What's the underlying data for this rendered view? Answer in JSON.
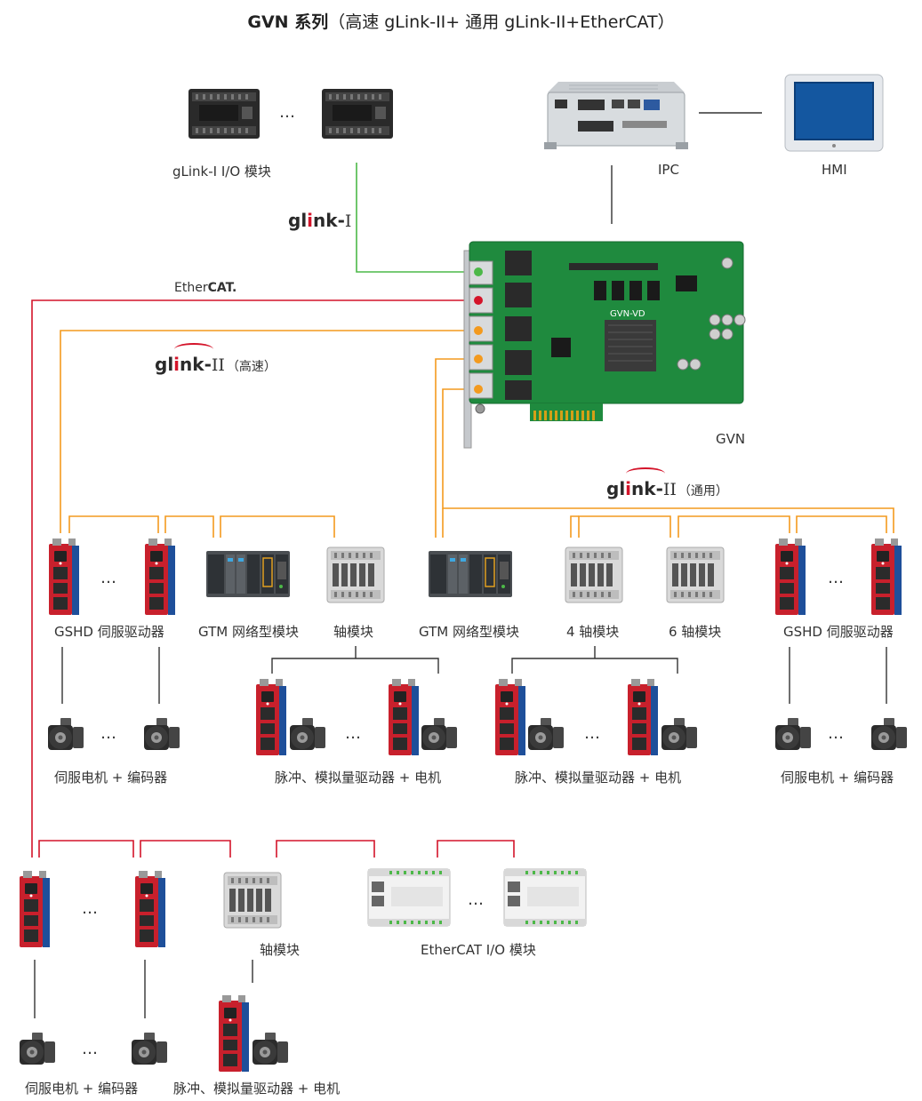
{
  "title": {
    "bold": "GVN 系列",
    "rest": "（高速 gLink-II+ 通用 gLink-II+EtherCAT）"
  },
  "labels": {
    "glink1_io": "gLink-I I/O 模块",
    "ipc": "IPC",
    "hmi": "HMI",
    "gvn": "GVN",
    "card_text": "GVN-VD",
    "gshd_left": "GSHD 伺服驱动器",
    "gtm_left": "GTM 网络型模块",
    "axis_left": "轴模块",
    "gtm_mid": "GTM 网络型模块",
    "axis4": "4 轴模块",
    "axis6": "6 轴模块",
    "gshd_right": "GSHD 伺服驱动器",
    "motor_enc_left": "伺服电机 + 编码器",
    "pulse_left": "脉冲、模拟量驱动器 + 电机",
    "pulse_mid": "脉冲、模拟量驱动器 + 电机",
    "motor_enc_right": "伺服电机 + 编码器",
    "axis_bottom": "轴模块",
    "ecat_io": "EtherCAT I/O 模块",
    "motor_enc_bottom": "伺服电机 + 编码器",
    "pulse_bottom": "脉冲、模拟量驱动器 + 电机"
  },
  "ellipsis": "…",
  "logos": {
    "glink1": {
      "g": "gl",
      "i": "i",
      "rest": "nk-",
      "roman": "I"
    },
    "glink2_high": {
      "g": "gl",
      "i": "i",
      "rest": "nk-",
      "roman": "II",
      "sub": "（高速）"
    },
    "glink2_general": {
      "g": "gl",
      "i": "i",
      "rest": "nk-",
      "roman": "II",
      "sub": "（通用）"
    },
    "ethercat": {
      "a": "Ether",
      "b": "CAT."
    }
  },
  "colors": {
    "glink1": "#4cb848",
    "glink2": "#f39a1e",
    "ethercat": "#d4142a",
    "line": "#333333",
    "pcb": "#1f8a3e",
    "drive_red": "#c8202c",
    "drive_blue": "#1e4f9a"
  }
}
